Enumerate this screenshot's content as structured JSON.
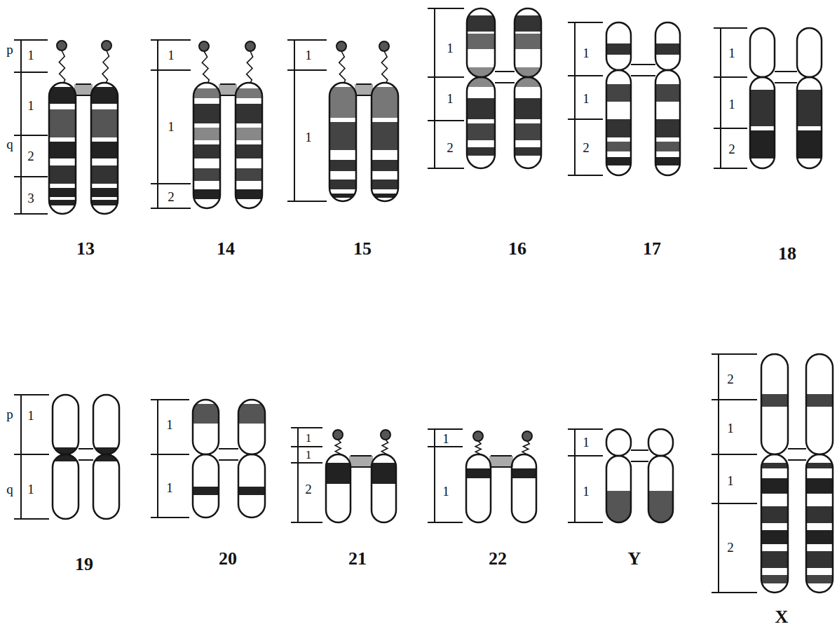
{
  "diagram": {
    "labels": [
      "p",
      "1",
      "q",
      "1",
      "2",
      "3",
      "13",
      "1",
      "1",
      "2",
      "14",
      "1",
      "1",
      "15",
      "1",
      "1",
      "2",
      "16",
      "1",
      "1",
      "2",
      "17",
      "1",
      "1",
      "2",
      "18",
      "p",
      "1",
      "q",
      "1",
      "19",
      "1",
      "1",
      "20",
      "1",
      "1",
      "2",
      "21",
      "1",
      "1",
      "22",
      "1",
      "1",
      "Y",
      "2",
      "1",
      "1",
      "2",
      "X"
    ]
  }
}
